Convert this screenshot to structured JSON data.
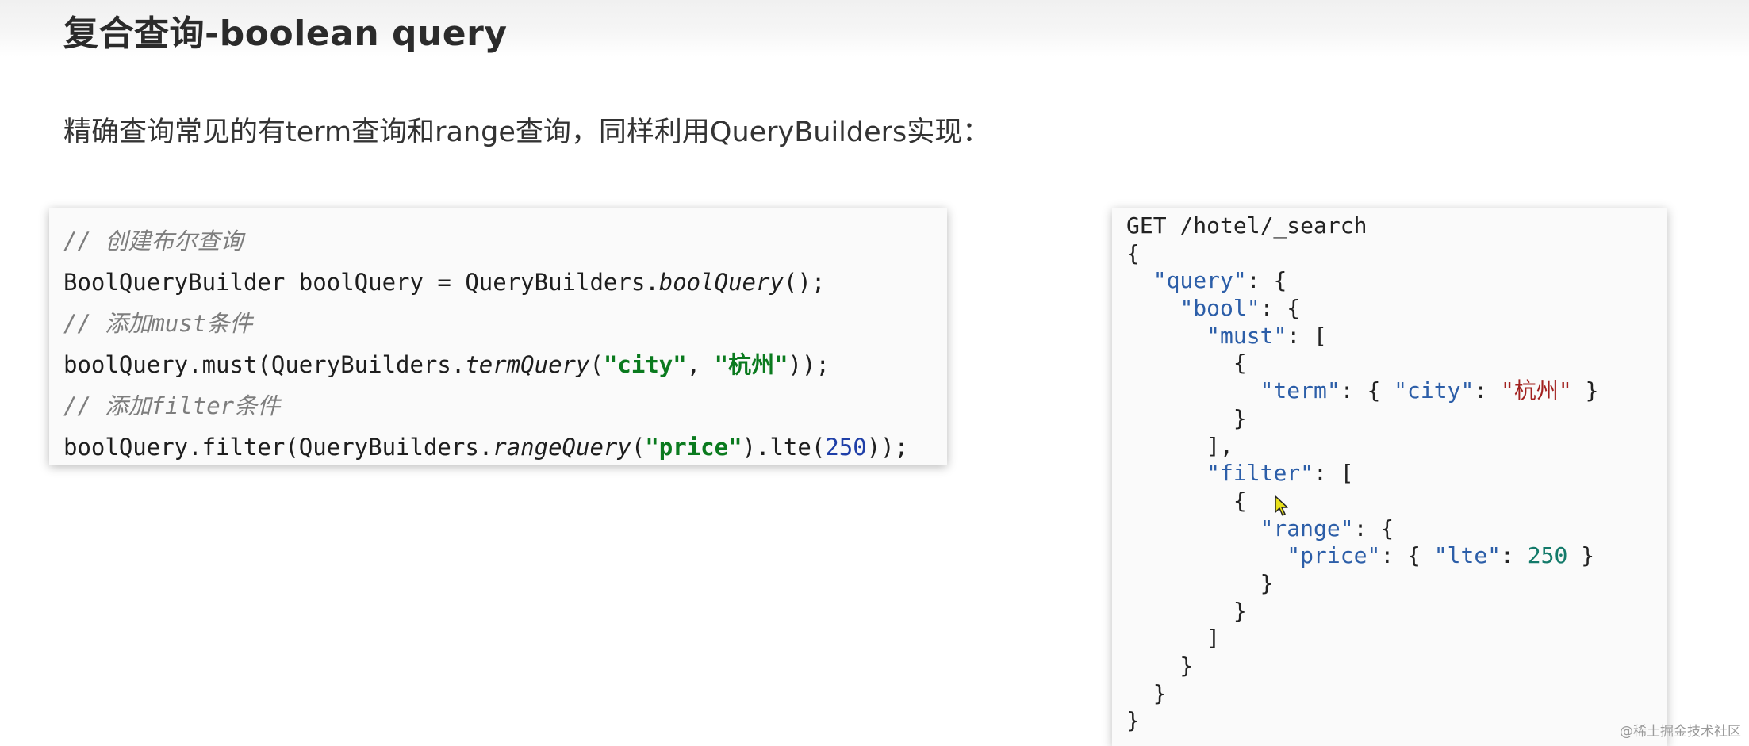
{
  "title": "复合查询-boolean query",
  "subtitle": "精确查询常见的有term查询和range查询，同样利用QueryBuilders实现：",
  "java_code": {
    "comment1": "// 创建布尔查询",
    "l2_a": "BoolQueryBuilder boolQuery = QueryBuilders.",
    "l2_b": "boolQuery",
    "l2_c": "();",
    "comment3": "// 添加must条件",
    "l4_a": "boolQuery.must(QueryBuilders.",
    "l4_b": "termQuery",
    "l4_c": "(",
    "l4_d": "\"city\"",
    "l4_e": ", ",
    "l4_f": "\"杭州\"",
    "l4_g": "));",
    "comment5": "// 添加filter条件",
    "l6_a": "boolQuery.filter(QueryBuilders.",
    "l6_b": "rangeQuery",
    "l6_c": "(",
    "l6_d": "\"price\"",
    "l6_e": ").lte(",
    "l6_f": "250",
    "l6_g": "));"
  },
  "dsl_code": {
    "request": "GET /hotel/_search",
    "brace_open": "{",
    "query_key": "\"query\"",
    "bool_key": "\"bool\"",
    "must_key": "\"must\"",
    "term_key": "\"term\"",
    "city_key": "\"city\"",
    "city_val": "\"杭州\"",
    "filter_key": "\"filter\"",
    "range_key": "\"range\"",
    "price_key": "\"price\"",
    "lte_key": "\"lte\"",
    "lte_val": "250",
    "brace_close": "}"
  },
  "watermark": "@稀土掘金技术社区"
}
